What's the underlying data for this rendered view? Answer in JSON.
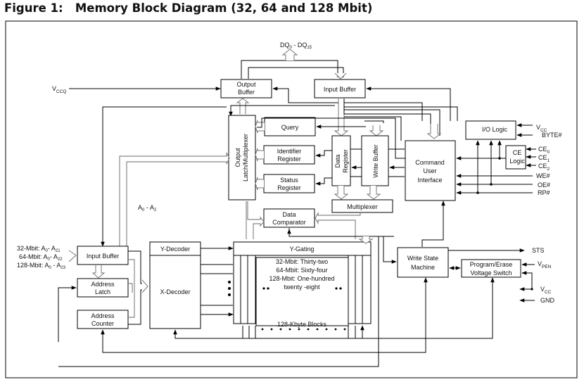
{
  "title": "Figure 1:   Memory Block Diagram (32, 64 and 128 Mbit)",
  "blocks": {
    "output_buffer": [
      "Output",
      "Buffer"
    ],
    "input_buffer_data": "Input Buffer",
    "output_latch_mux": [
      "Output",
      "Latch/Multiplexer"
    ],
    "query": "Query",
    "identifier_register": [
      "Identifier",
      "Register"
    ],
    "status_register": [
      "Status",
      "Register"
    ],
    "data_register": [
      "Data",
      "Register"
    ],
    "write_buffer": "Write Buffer",
    "command_user_interface": [
      "Command",
      "User",
      "Interface"
    ],
    "io_logic": "I/O Logic",
    "ce_logic": [
      "CE",
      "Logic"
    ],
    "multiplexer": "Multiplexer",
    "data_comparator": [
      "Data",
      "Comparator"
    ],
    "input_buffer_addr": "Input Buffer",
    "address_latch": [
      "Address",
      "Latch"
    ],
    "address_counter": [
      "Address",
      "Counter"
    ],
    "y_decoder": "Y-Decoder",
    "x_decoder": "X-Decoder",
    "y_gating": "Y-Gating",
    "array_text": [
      "32-Mbit: Thirty-two",
      "64-Mbit: Sixty-four",
      "128-Mbit: One-hundred",
      "twenty -eight"
    ],
    "blocks_label": "128-Kbyte Blocks",
    "write_state_machine": [
      "Write State",
      "Machine"
    ],
    "program_erase_switch": [
      "Program/Erase",
      "Voltage Switch"
    ]
  },
  "signals": {
    "dq": {
      "base1": "DQ",
      "sub1": "0",
      "sep": " - ",
      "base2": "DQ",
      "sub2": "15"
    },
    "vccq": {
      "base": "V",
      "sub": "CCQ"
    },
    "vcc_io": {
      "base": "V",
      "sub": "CC"
    },
    "byte": "BYTE#",
    "ce0": {
      "base": "CE",
      "sub": "0"
    },
    "ce1": {
      "base": "CE",
      "sub": "1"
    },
    "ce2": {
      "base": "CE",
      "sub": "2"
    },
    "we": "WE#",
    "oe": "OE#",
    "rp": "RP#",
    "a0_a2": {
      "base1": "A",
      "sub1": "0",
      "sep": " - ",
      "base2": "A",
      "sub2": "2"
    },
    "addr_32": {
      "prefix": "32-Mbit:  A",
      "sub1": "0",
      "sep": "- A",
      "sub2": "21"
    },
    "addr_64": {
      "prefix": "64-Mbit: A",
      "sub1": "0",
      "sep": "- A",
      "sub2": "22"
    },
    "addr_128": {
      "prefix": "128-Mbit:  A",
      "sub1": "0",
      "sep": " - A",
      "sub2": "23"
    },
    "sts": "STS",
    "vpen": {
      "base": "V",
      "sub": "PEN"
    },
    "vcc_pwr": {
      "base": "V",
      "sub": "CC"
    },
    "gnd": "GND"
  }
}
